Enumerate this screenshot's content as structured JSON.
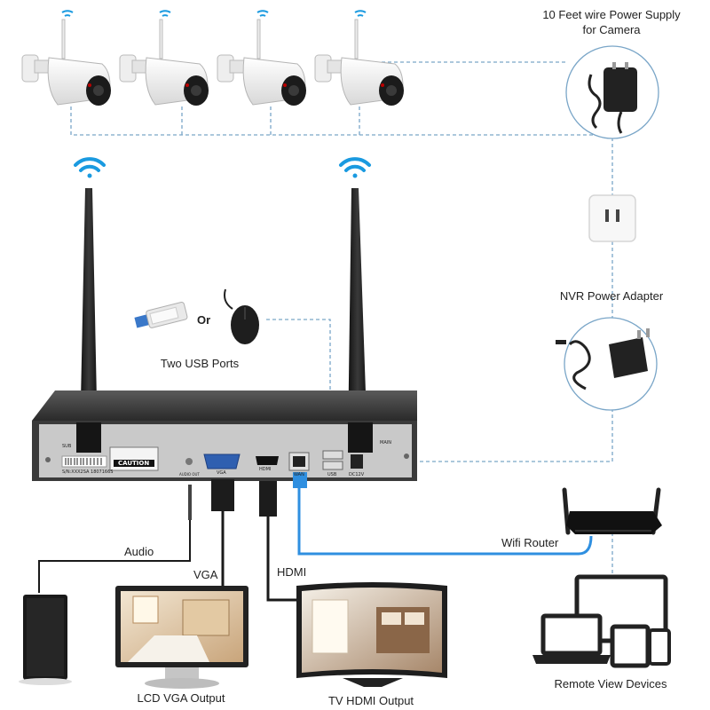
{
  "labels": {
    "camera_power_line1": "10 Feet wire Power Supply",
    "camera_power_line2": "for Camera",
    "nvr_power_adapter": "NVR Power Adapter",
    "or": "Or",
    "usb_ports": "Two USB Ports",
    "audio": "Audio",
    "vga": "VGA",
    "hdmi": "HDMI",
    "wifi_router": "Wifi Router",
    "lcd_vga_output": "LCD VGA Output",
    "tv_hdmi_output": "TV HDMI Output",
    "remote_view_devices": "Remote View Devices"
  },
  "nvr_panel": {
    "caution": "CAUTION",
    "serial": "S/N:XXX2SA 1807166S",
    "audio_out": "AUDIO OUT",
    "vga_port": "VGA",
    "hdmi_port": "HDMI",
    "wan": "WAN",
    "usb": "USB",
    "dc12v": "DC12V",
    "sub": "SUB",
    "main": "MAIN"
  },
  "colors": {
    "ethernet_cable": "#2f8fe0",
    "dashed_line": "#7aa6c8",
    "nvr_body": "#2b2b2b",
    "background": "#ffffff"
  },
  "icons": [
    "wifi-icon",
    "camera-icon",
    "power-adapter-icon",
    "wall-outlet-icon",
    "usb-stick-icon",
    "mouse-icon",
    "router-icon",
    "speaker-icon",
    "monitor-icon",
    "tv-icon",
    "laptop-icon",
    "tablet-icon",
    "phone-icon"
  ]
}
